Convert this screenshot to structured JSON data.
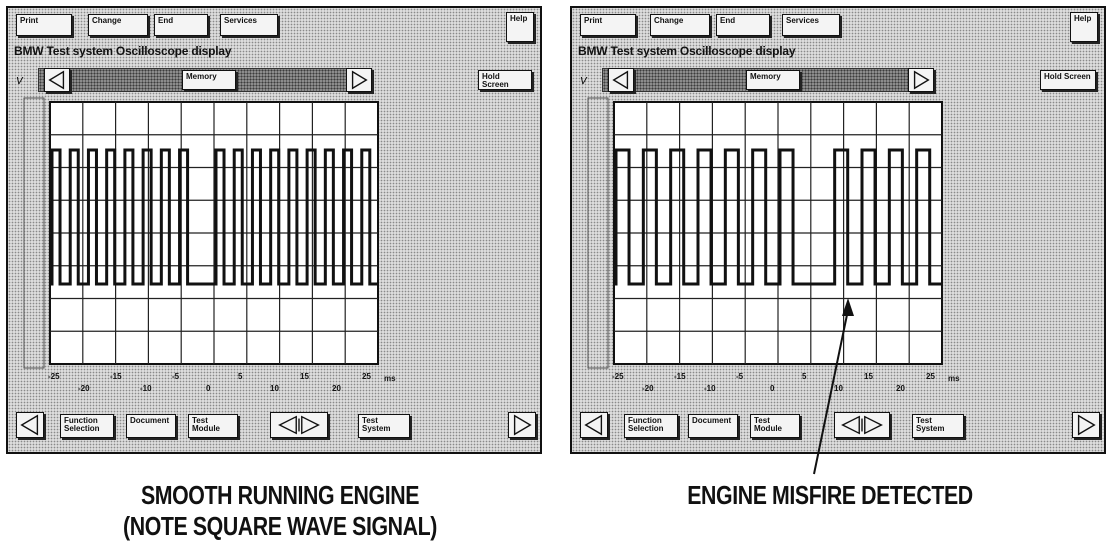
{
  "left": {
    "top_buttons": [
      "Print",
      "Change",
      "End",
      "Services"
    ],
    "help": "Help",
    "title": "BMW Test system Oscilloscope display",
    "memory": "Memory",
    "hold_screen": "Hold Screen",
    "bottom_buttons": [
      "Function Selection",
      "Document",
      "Test Module",
      "Test System"
    ],
    "ticks_top": [
      "-25",
      "-15",
      "-5",
      "5",
      "15",
      "25"
    ],
    "ticks_bottom": [
      "-20",
      "-10",
      "0",
      "10",
      "20"
    ],
    "unit": "ms"
  },
  "right": {
    "top_buttons": [
      "Print",
      "Change",
      "End",
      "Services"
    ],
    "help": "Help",
    "title": "BMW Test system Oscilloscope display",
    "memory": "Memory",
    "hold_screen": "Hold Screen",
    "bottom_buttons": [
      "Function Selection",
      "Document",
      "Test Module",
      "Test System"
    ],
    "ticks_top": [
      "-25",
      "-15",
      "-5",
      "5",
      "15",
      "25"
    ],
    "ticks_bottom": [
      "-20",
      "-10",
      "0",
      "10",
      "20"
    ],
    "unit": "ms"
  },
  "captions": {
    "left_line1": "SMOOTH RUNNING ENGINE",
    "left_line2": "(NOTE SQUARE WAVE SIGNAL)",
    "right": "ENGINE MISFIRE DETECTED"
  },
  "signal": {
    "left_pulses": [
      1,
      1,
      1,
      1,
      1,
      1,
      1,
      1,
      0,
      1,
      1,
      1,
      1,
      1,
      1,
      1,
      1,
      1
    ],
    "right_pulses": [
      1,
      1,
      1,
      1,
      1,
      1,
      1,
      0,
      1,
      1,
      1,
      1
    ]
  },
  "colors": {
    "background": "#dcdcdc",
    "trace": "#111111",
    "button": "#f4f4f4"
  }
}
